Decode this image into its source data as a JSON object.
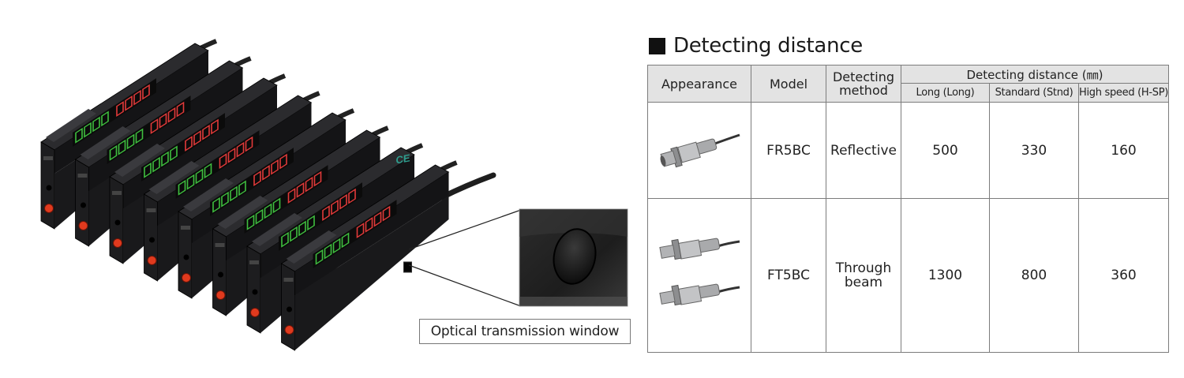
{
  "callout_label": "Optical transmission window",
  "heading": {
    "icon": "black-square-icon",
    "title": "Detecting distance"
  },
  "table": {
    "headers": {
      "appearance": "Appearance",
      "model": "Model",
      "method": "Detecting method",
      "distance_group": "Detecting distance (㎜)",
      "sub": [
        "Long (Long)",
        "Standard (Stnd)",
        "High speed (H-SP)"
      ]
    },
    "rows": [
      {
        "image": "reflective-sensor-head",
        "model": "FR5BC",
        "method": "Reflective",
        "long": "500",
        "standard": "330",
        "high_speed": "160"
      },
      {
        "image": "through-beam-sensor-heads",
        "model": "FT5BC",
        "method": "Through beam",
        "long": "1300",
        "standard": "800",
        "high_speed": "360"
      }
    ]
  },
  "device": {
    "count": 8,
    "digit_green": "#3fbf3f",
    "digit_red": "#e23a3a",
    "led_color": "#e03a1e",
    "body_color": "#1d1d1f",
    "ce_mark": "CE"
  }
}
